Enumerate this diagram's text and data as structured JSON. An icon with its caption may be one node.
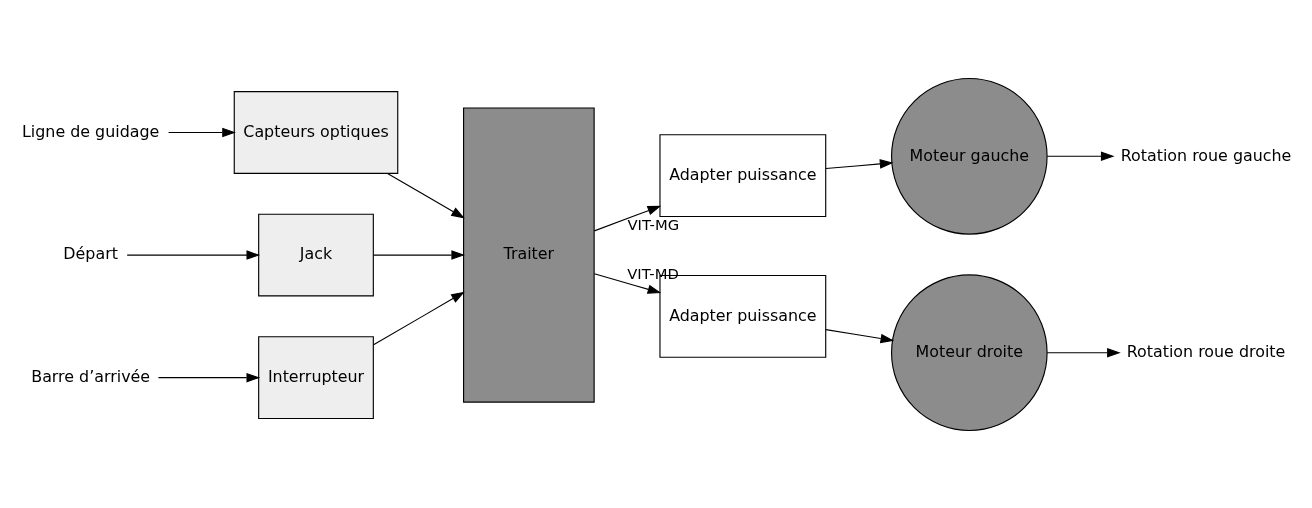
{
  "diagram": {
    "nodes": [
      {
        "text": [
          "Ligne de guidage"
        ]
      },
      {
        "text": [
          "Départ"
        ]
      },
      {
        "text": [
          "Barre d’arrivée"
        ]
      },
      {
        "text": [
          "Capteurs optiques"
        ]
      },
      {
        "text": [
          "Jack"
        ]
      },
      {
        "text": [
          "Interrupteur"
        ]
      },
      {
        "text": [
          "Traiter"
        ]
      },
      {
        "text": [
          "Adapter puissance"
        ]
      },
      {
        "text": [
          "Adapter puissance"
        ]
      },
      {
        "text": [
          "Moteur gauche"
        ]
      },
      {
        "text": [
          "Moteur droite"
        ]
      },
      {
        "text": [
          "Rotation roue gauche"
        ]
      },
      {
        "text": [
          "Rotation roue droite"
        ]
      }
    ],
    "edges": [
      {
        "from": 0,
        "to": 3,
        "arrow": "to"
      },
      {
        "from": 1,
        "to": 4,
        "arrow": "to"
      },
      {
        "from": 2,
        "to": 5,
        "arrow": "to"
      },
      {
        "from": 3,
        "to": 6,
        "arrow": "to"
      },
      {
        "from": 4,
        "to": 6,
        "arrow": "to"
      },
      {
        "from": 5,
        "to": 6,
        "arrow": "to"
      },
      {
        "from": 6,
        "to": 7,
        "arrow": "to",
        "label": "VIT-MG"
      },
      {
        "from": 6,
        "to": 8,
        "arrow": "to",
        "label": "VIT-MD"
      },
      {
        "from": 7,
        "to": 9,
        "arrow": "to"
      },
      {
        "from": 8,
        "to": 10,
        "arrow": "to"
      },
      {
        "from": 9,
        "to": 11,
        "arrow": "to"
      },
      {
        "from": 10,
        "to": 12,
        "arrow": "to"
      }
    ]
  }
}
